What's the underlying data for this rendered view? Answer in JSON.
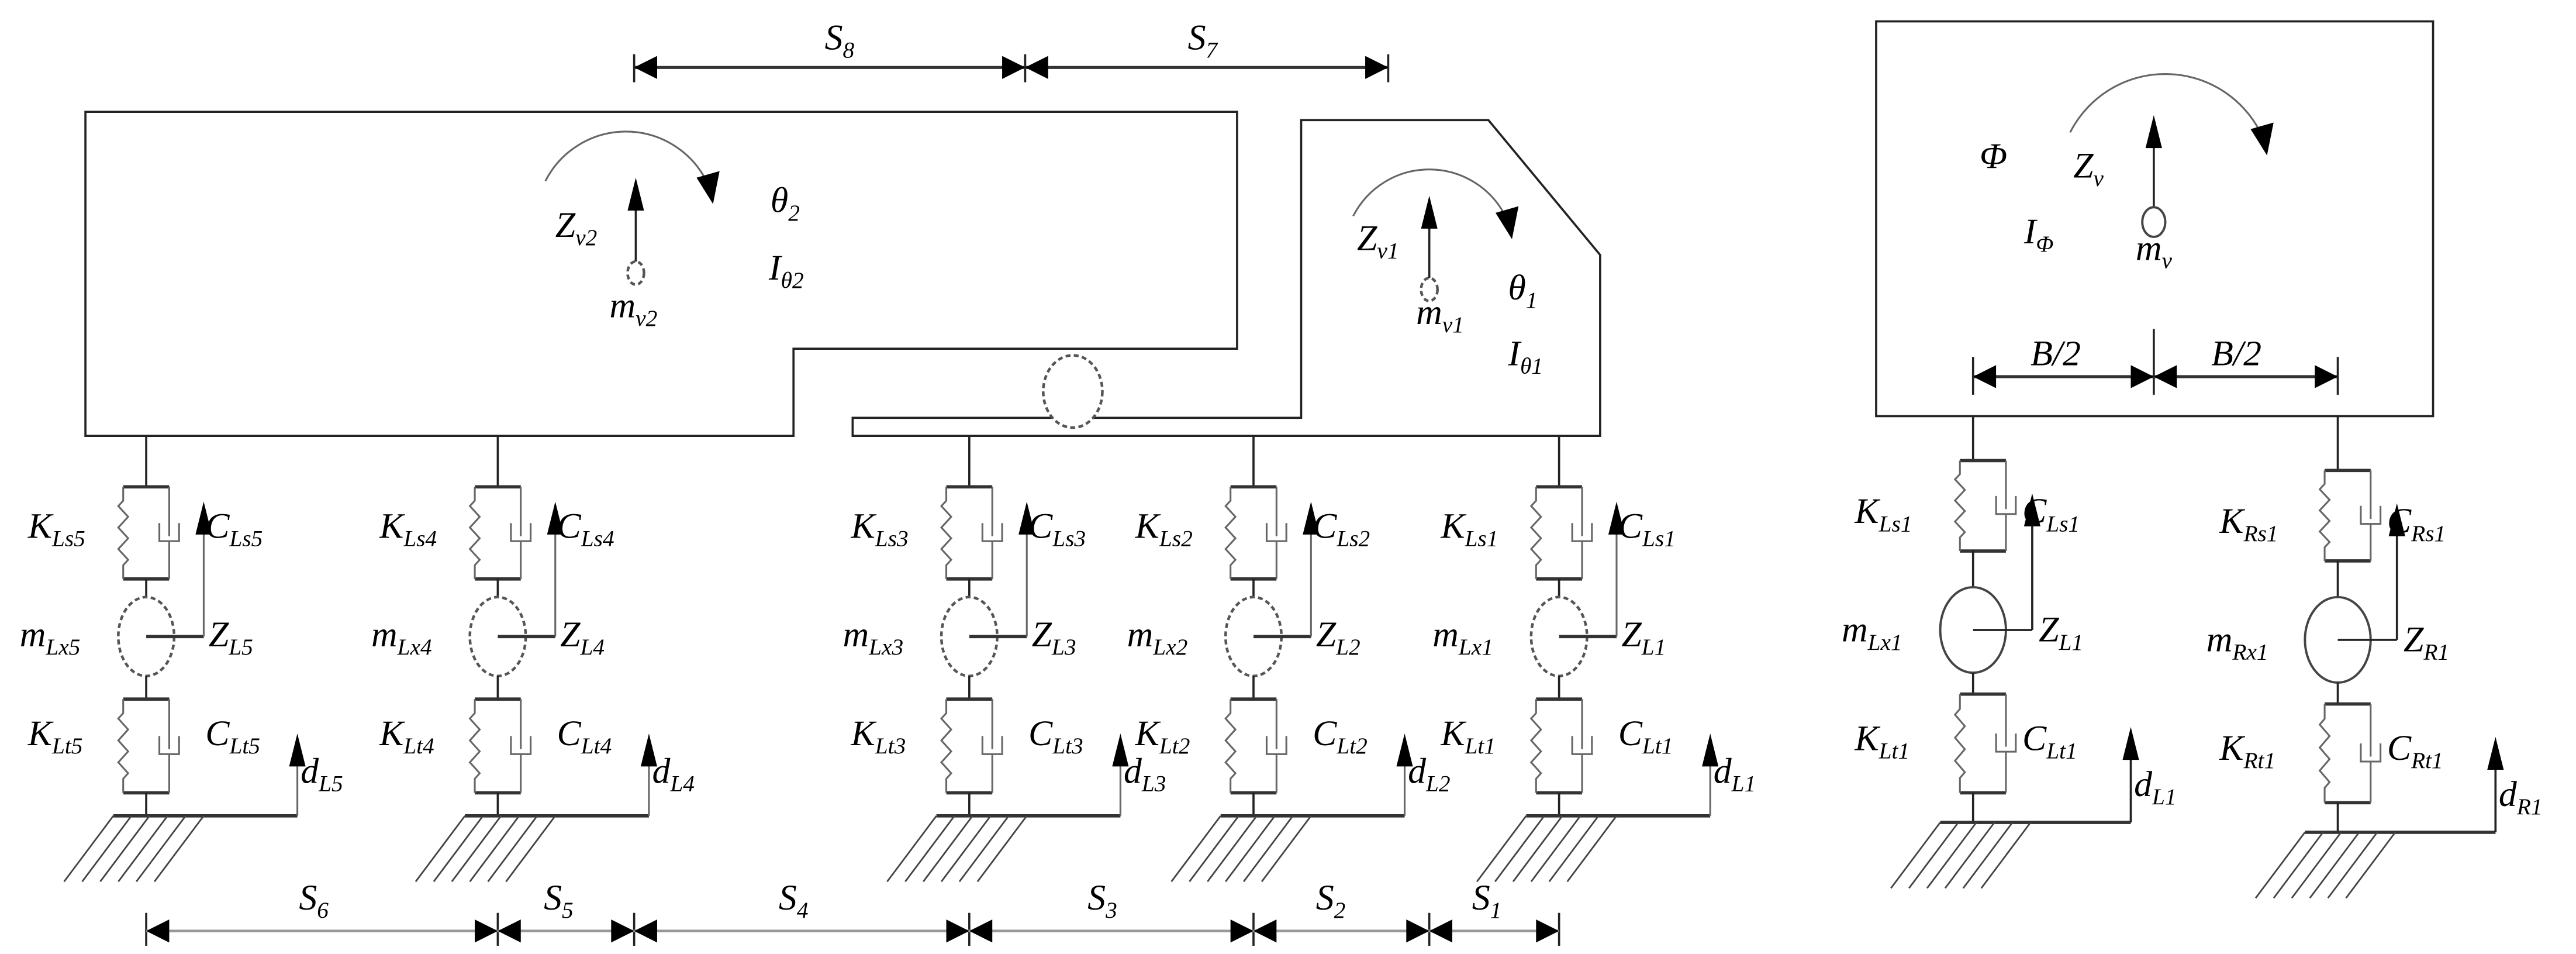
{
  "figure": {
    "title": "Vehicle pitch and roll dynamics model",
    "left_model": {
      "name": "pitch-plane-model",
      "rear_body": {
        "vertical_disp": {
          "main": "Z",
          "sub": "v2"
        },
        "pitch_angle": {
          "main": "θ",
          "sub": "2"
        },
        "pitch_inertia": {
          "main": "I",
          "sub": "θ2"
        },
        "mass": {
          "main": "m",
          "sub": "v2"
        }
      },
      "front_body": {
        "vertical_disp": {
          "main": "Z",
          "sub": "v1"
        },
        "pitch_angle": {
          "main": "θ",
          "sub": "1"
        },
        "pitch_inertia": {
          "main": "I",
          "sub": "θ1"
        },
        "mass": {
          "main": "m",
          "sub": "v1"
        }
      },
      "top_dimensions": [
        {
          "main": "S",
          "sub": "8"
        },
        {
          "main": "S",
          "sub": "7"
        }
      ],
      "axles": [
        {
          "ks": {
            "main": "K",
            "sub": "Ls5"
          },
          "cs": {
            "main": "C",
            "sub": "Ls5"
          },
          "m": {
            "main": "m",
            "sub": "Lx5"
          },
          "z": {
            "main": "Z",
            "sub": "L5"
          },
          "kt": {
            "main": "K",
            "sub": "Lt5"
          },
          "ct": {
            "main": "C",
            "sub": "Lt5"
          },
          "d": {
            "main": "d",
            "sub": "L5"
          }
        },
        {
          "ks": {
            "main": "K",
            "sub": "Ls4"
          },
          "cs": {
            "main": "C",
            "sub": "Ls4"
          },
          "m": {
            "main": "m",
            "sub": "Lx4"
          },
          "z": {
            "main": "Z",
            "sub": "L4"
          },
          "kt": {
            "main": "K",
            "sub": "Lt4"
          },
          "ct": {
            "main": "C",
            "sub": "Lt4"
          },
          "d": {
            "main": "d",
            "sub": "L4"
          }
        },
        {
          "ks": {
            "main": "K",
            "sub": "Ls3"
          },
          "cs": {
            "main": "C",
            "sub": "Ls3"
          },
          "m": {
            "main": "m",
            "sub": "Lx3"
          },
          "z": {
            "main": "Z",
            "sub": "L3"
          },
          "kt": {
            "main": "K",
            "sub": "Lt3"
          },
          "ct": {
            "main": "C",
            "sub": "Lt3"
          },
          "d": {
            "main": "d",
            "sub": "L3"
          }
        },
        {
          "ks": {
            "main": "K",
            "sub": "Ls2"
          },
          "cs": {
            "main": "C",
            "sub": "Ls2"
          },
          "m": {
            "main": "m",
            "sub": "Lx2"
          },
          "z": {
            "main": "Z",
            "sub": "L2"
          },
          "kt": {
            "main": "K",
            "sub": "Lt2"
          },
          "ct": {
            "main": "C",
            "sub": "Lt2"
          },
          "d": {
            "main": "d",
            "sub": "L2"
          }
        },
        {
          "ks": {
            "main": "K",
            "sub": "Ls1"
          },
          "cs": {
            "main": "C",
            "sub": "Ls1"
          },
          "m": {
            "main": "m",
            "sub": "Lx1"
          },
          "z": {
            "main": "Z",
            "sub": "L1"
          },
          "kt": {
            "main": "K",
            "sub": "Lt1"
          },
          "ct": {
            "main": "C",
            "sub": "Lt1"
          },
          "d": {
            "main": "d",
            "sub": "L1"
          }
        }
      ],
      "bottom_dimensions": [
        {
          "main": "S",
          "sub": "6"
        },
        {
          "main": "S",
          "sub": "5"
        },
        {
          "main": "S",
          "sub": "4"
        },
        {
          "main": "S",
          "sub": "3"
        },
        {
          "main": "S",
          "sub": "2"
        },
        {
          "main": "S",
          "sub": "1"
        }
      ]
    },
    "right_model": {
      "name": "roll-plane-model",
      "roll_angle": {
        "main": "Φ",
        "sub": ""
      },
      "vertical_disp": {
        "main": "Z",
        "sub": "v"
      },
      "roll_inertia": {
        "main": "I",
        "sub": "Φ"
      },
      "mass": {
        "main": "m",
        "sub": "v"
      },
      "half_track": [
        {
          "main": "B/2",
          "sub": ""
        },
        {
          "main": "B/2",
          "sub": ""
        }
      ],
      "sides": [
        {
          "ks": {
            "main": "K",
            "sub": "Ls1"
          },
          "cs": {
            "main": "C",
            "sub": "Ls1"
          },
          "m": {
            "main": "m",
            "sub": "Lx1"
          },
          "z": {
            "main": "Z",
            "sub": "L1"
          },
          "kt": {
            "main": "K",
            "sub": "Lt1"
          },
          "ct": {
            "main": "C",
            "sub": "Lt1"
          },
          "d": {
            "main": "d",
            "sub": "L1"
          }
        },
        {
          "ks": {
            "main": "K",
            "sub": "Rs1"
          },
          "cs": {
            "main": "C",
            "sub": "Rs1"
          },
          "m": {
            "main": "m",
            "sub": "Rx1"
          },
          "z": {
            "main": "Z",
            "sub": "R1"
          },
          "kt": {
            "main": "K",
            "sub": "Rt1"
          },
          "ct": {
            "main": "C",
            "sub": "Rt1"
          },
          "d": {
            "main": "d",
            "sub": "R1"
          }
        }
      ]
    }
  }
}
